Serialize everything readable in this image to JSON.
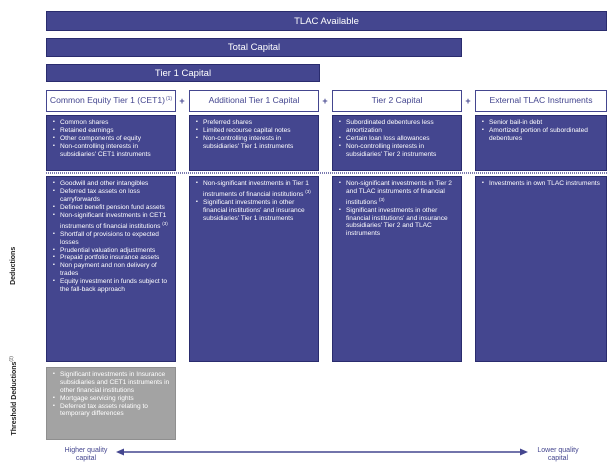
{
  "bars": {
    "tlac_available": "TLAC Available",
    "total_capital": "Total Capital",
    "tier1_capital": "Tier 1 Capital"
  },
  "headers": {
    "cet1": "Common Equity Tier 1 (CET1)",
    "cet1_note": "(1)",
    "at1": "Additional Tier 1 Capital",
    "tier2": "Tier 2 Capital",
    "external_tlac": "External TLAC Instruments",
    "plus_sign": "+"
  },
  "components": {
    "cet1": [
      "Common shares",
      "Retained earnings",
      "Other components of equity",
      "Non-controlling interests in subsidiaries' CET1 instruments"
    ],
    "at1": [
      "Preferred shares",
      "Limited recourse capital notes",
      "Non-controlling interests in subsidiaries' Tier 1 instruments"
    ],
    "tier2": [
      "Subordinated debentures less amortization",
      "Certain loan loss allowances",
      "Non-controlling interests in subsidiaries' Tier 2 instruments"
    ],
    "external_tlac": [
      "Senior bail-in debt",
      "Amortized portion of subordinated debentures"
    ]
  },
  "deductions": {
    "label": "Deductions",
    "cet1": [
      {
        "text": "Goodwill and other intangibles",
        "note": ""
      },
      {
        "text": "Deferred tax assets on loss carryforwards",
        "note": ""
      },
      {
        "text": "Defined benefit pension fund assets",
        "note": ""
      },
      {
        "text": "Non-significant investments in CET1 instruments of financial institutions",
        "note": "(3)"
      },
      {
        "text": "Shortfall of provisions to expected losses",
        "note": ""
      },
      {
        "text": "Prudential valuation adjustments",
        "note": ""
      },
      {
        "text": "Prepaid portfolio insurance assets",
        "note": ""
      },
      {
        "text": "Non payment and non delivery of trades",
        "note": ""
      },
      {
        "text": "Equity investment in funds subject to the fall-back approach",
        "note": ""
      }
    ],
    "at1": [
      {
        "text": "Non-significant investments in Tier 1 instruments of financial institutions",
        "note": "(3)"
      },
      {
        "text": "Significant investments in other financial institutions' and insurance subsidiaries' Tier 1 instruments",
        "note": ""
      }
    ],
    "tier2": [
      {
        "text": "Non-significant investments in Tier 2 and TLAC instruments of financial institutions",
        "note": "(3)"
      },
      {
        "text": "Significant investments in other financial institutions' and insurance subsidiaries' Tier 2 and TLAC instruments",
        "note": ""
      }
    ],
    "external_tlac": [
      {
        "text": "Investments in own TLAC instruments",
        "note": ""
      }
    ]
  },
  "threshold": {
    "label": "Threshold Deductions",
    "note": "(2)",
    "items": [
      "Significant investments in Insurance subsidiaries and CET1 instruments in other financial institutions",
      "Mortgage servicing rights",
      "Deferred tax assets relating to temporary differences"
    ]
  },
  "axis": {
    "left": "Higher quality capital",
    "right": "Lower quality capital"
  },
  "colors": {
    "primary": "#44468f",
    "grey": "#a3a3a3"
  }
}
